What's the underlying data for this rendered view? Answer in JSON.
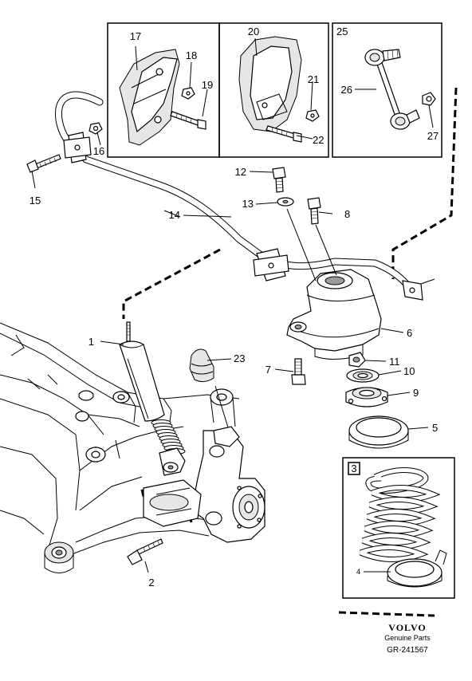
{
  "callouts": {
    "c1": "1",
    "c2": "2",
    "c3": "3",
    "c4": "4",
    "c5": "5",
    "c6": "6",
    "c7": "7",
    "c8": "8",
    "c9": "9",
    "c10": "10",
    "c11": "11",
    "c12": "12",
    "c13": "13",
    "c14": "14",
    "c15": "15",
    "c16": "16",
    "c17": "17",
    "c18": "18",
    "c19": "19",
    "c20": "20",
    "c21": "21",
    "c22": "22",
    "c23": "23",
    "c25": "25",
    "c26": "26",
    "c27": "27"
  },
  "footer": {
    "brand": "VOLVO",
    "tagline": "Genuine Parts",
    "reference": "GR-241567"
  }
}
